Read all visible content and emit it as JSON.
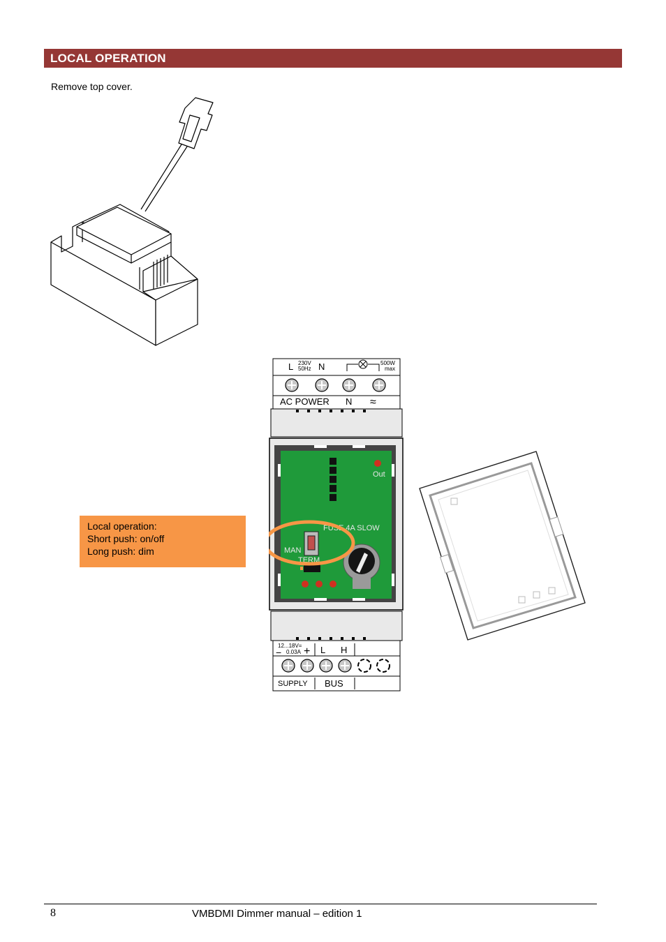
{
  "section": {
    "title": "LOCAL OPERATION"
  },
  "instruction": "Remove top cover.",
  "module": {
    "top_terminals": {
      "l": "L",
      "voltage": "230V",
      "frequency": "50Hz",
      "n": "N",
      "load_rating": "500W",
      "load_rating_suffix": "max",
      "ac_power": "AC POWER",
      "n_bottom": "N",
      "dimmer_symbol": "≈"
    },
    "board": {
      "led_label": "Out",
      "fuse_label": "FUSE 4A SLOW",
      "man_label": "MAN",
      "term_label": "TERM"
    },
    "bottom_terminals": {
      "supply_range": "12...18V=",
      "supply_current": "0.03A",
      "minus": "−",
      "plus": "+",
      "l": "L",
      "h": "H",
      "supply": "SUPPLY",
      "bus": "BUS"
    }
  },
  "callout": {
    "line1": "Local operation:",
    "line2": "Short push: on/off",
    "line3": "Long push: dim"
  },
  "footer": {
    "page_number": "8",
    "doc_title": "VMBDMI Dimmer manual – edition 1"
  },
  "colors": {
    "section_bar": "#953735",
    "callout": "#f79646",
    "highlight_ring": "#f79646",
    "board_green": "#1f9a3a",
    "led_red": "#d03020"
  }
}
